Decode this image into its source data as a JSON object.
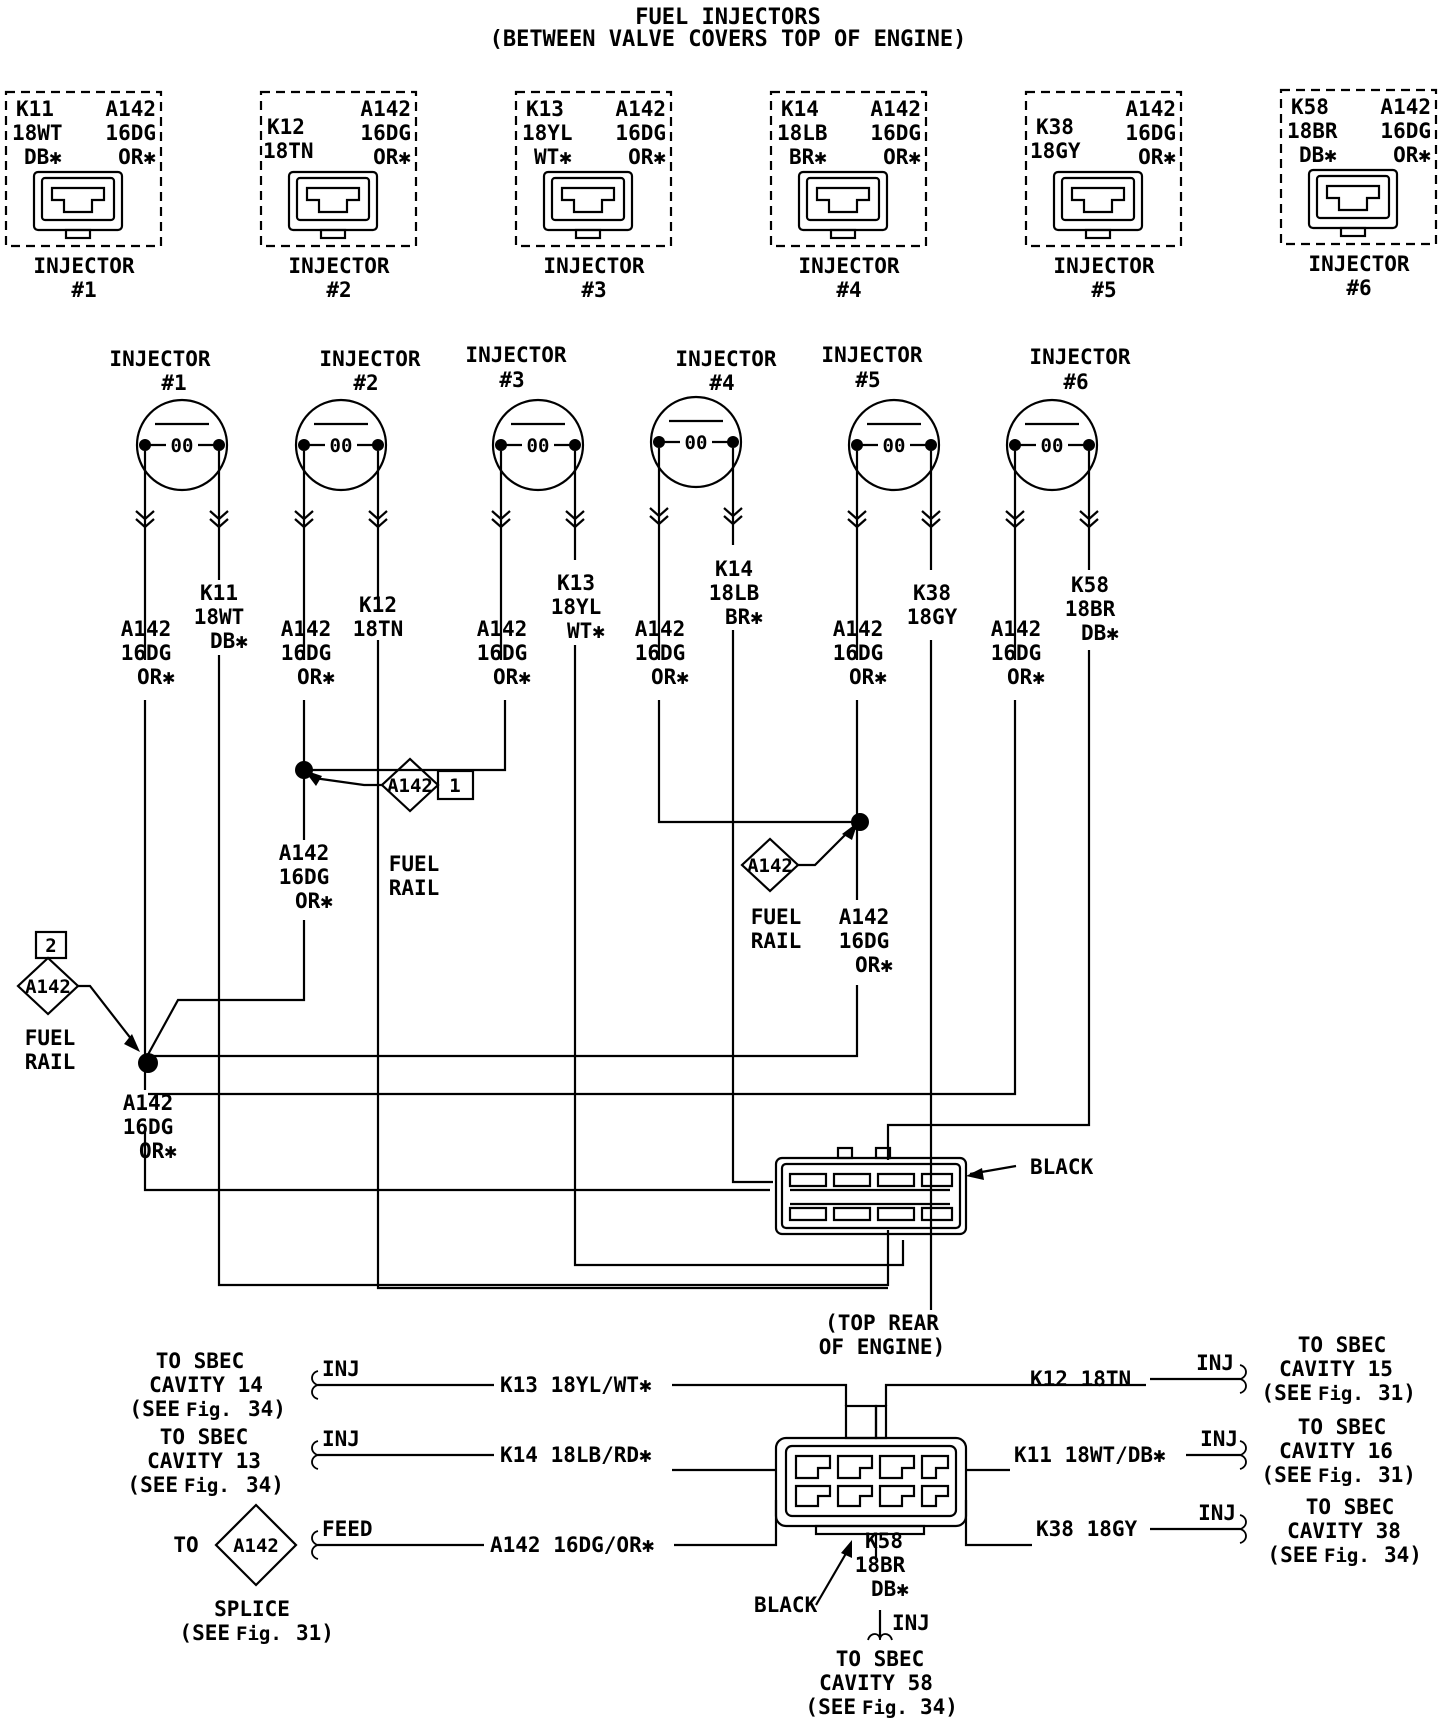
{
  "title": {
    "line1": "FUEL INJECTORS",
    "line2": "(BETWEEN VALVE COVERS TOP OF ENGINE)"
  },
  "connector_views": [
    {
      "label": "INJECTOR",
      "num": "#1",
      "left": [
        "K11",
        "18WT",
        "DB✱"
      ],
      "right": [
        "A142",
        "16DG",
        "OR✱"
      ]
    },
    {
      "label": "INJECTOR",
      "num": "#2",
      "left": [
        "",
        "K12",
        "18TN"
      ],
      "right": [
        "A142",
        "16DG",
        "OR✱"
      ]
    },
    {
      "label": "INJECTOR",
      "num": "#3",
      "left": [
        "K13",
        "18YL",
        "WT✱"
      ],
      "right": [
        "A142",
        "16DG",
        "OR✱"
      ]
    },
    {
      "label": "INJECTOR",
      "num": "#4",
      "left": [
        "K14",
        "18LB",
        "BR✱"
      ],
      "right": [
        "A142",
        "16DG",
        "OR✱"
      ]
    },
    {
      "label": "INJECTOR",
      "num": "#5",
      "left": [
        "",
        "K38",
        "18GY"
      ],
      "right": [
        "A142",
        "16DG",
        "OR✱"
      ]
    },
    {
      "label": "INJECTOR",
      "num": "#6",
      "left": [
        "K58",
        "18BR",
        "DB✱"
      ],
      "right": [
        "A142",
        "16DG",
        "OR✱"
      ]
    }
  ],
  "injectors": [
    {
      "label": "INJECTOR",
      "num": "#1",
      "feed": [
        "A142",
        "16DG",
        "OR✱"
      ],
      "ctrl": [
        "K11",
        "18WT",
        "DB✱"
      ]
    },
    {
      "label": "INJECTOR",
      "num": "#2",
      "feed": [
        "A142",
        "16DG",
        "OR✱"
      ],
      "ctrl": [
        "K12",
        "18TN",
        ""
      ]
    },
    {
      "label": "INJECTOR",
      "num": "#3",
      "feed": [
        "A142",
        "16DG",
        "OR✱"
      ],
      "ctrl": [
        "K13",
        "18YL",
        "WT✱"
      ]
    },
    {
      "label": "INJECTOR",
      "num": "#4",
      "feed": [
        "A142",
        "16DG",
        "OR✱"
      ],
      "ctrl": [
        "K14",
        "18LB",
        "BR✱"
      ]
    },
    {
      "label": "INJECTOR",
      "num": "#5",
      "feed": [
        "A142",
        "16DG",
        "OR✱"
      ],
      "ctrl": [
        "K38",
        "18GY",
        ""
      ]
    },
    {
      "label": "INJECTOR",
      "num": "#6",
      "feed": [
        "A142",
        "16DG",
        "OR✱"
      ],
      "ctrl": [
        "K58",
        "18BR",
        "DB✱"
      ]
    }
  ],
  "coil_mark": "00",
  "splices": {
    "s1": {
      "id": "A142",
      "tag": "1",
      "caption": [
        "FUEL",
        "RAIL"
      ],
      "wire": [
        "A142",
        "16DG",
        "OR✱"
      ]
    },
    "s2": {
      "id": "A142",
      "caption": [
        "FUEL",
        "RAIL"
      ],
      "wire": [
        "A142",
        "16DG",
        "OR✱"
      ]
    },
    "s3": {
      "id": "A142",
      "tag": "2",
      "caption": [
        "FUEL",
        "RAIL"
      ],
      "wire": [
        "A142",
        "16DG",
        "OR✱"
      ]
    }
  },
  "upper_connector": {
    "color": "BLACK"
  },
  "lower_connector": {
    "location": [
      "(TOP REAR",
      "OF ENGINE)"
    ],
    "color": "BLACK",
    "left_wires": [
      {
        "wire": "K13 18YL/WT✱",
        "func": "INJ",
        "dest": [
          "TO SBEC",
          "CAVITY 14",
          "(SEE",
          "Fig.",
          "34)"
        ]
      },
      {
        "wire": "K14 18LB/RD✱",
        "func": "INJ",
        "dest": [
          "TO SBEC",
          "CAVITY 13",
          "(SEE",
          "Fig.",
          "34)"
        ]
      },
      {
        "wire": "A142 16DG/OR✱",
        "func": "FEED",
        "dest_to": "TO",
        "splice": "A142",
        "dest": [
          "SPLICE",
          "(SEE",
          "Fig.",
          "31)"
        ]
      }
    ],
    "right_wires": [
      {
        "wire": "K12 18TN",
        "func": "INJ",
        "dest": [
          "TO SBEC",
          "CAVITY 15",
          "(SEE",
          "Fig.",
          "31)"
        ]
      },
      {
        "wire": "K11 18WT/DB✱",
        "func": "INJ",
        "dest": [
          "TO SBEC",
          "CAVITY 16",
          "(SEE",
          "Fig.",
          "31)"
        ]
      },
      {
        "wire": "K38 18GY",
        "func": "INJ",
        "dest": [
          "TO SBEC",
          "CAVITY 38",
          "(SEE",
          "Fig.",
          "34)"
        ]
      }
    ],
    "bottom_wire": {
      "wire": [
        "K58",
        "18BR",
        "DB✱"
      ],
      "func": "INJ",
      "dest": [
        "TO SBEC",
        "CAVITY 58",
        "(SEE",
        "Fig.",
        "34)"
      ]
    }
  }
}
